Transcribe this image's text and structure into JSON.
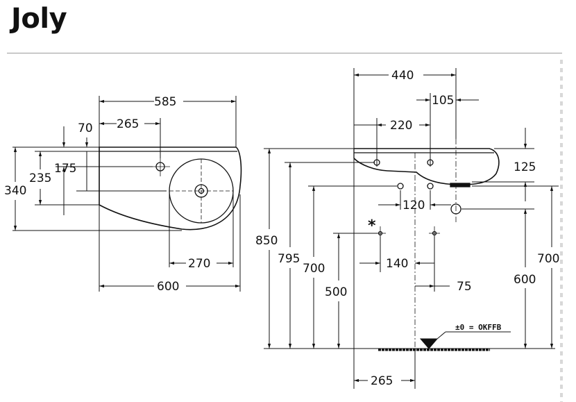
{
  "header": {
    "title": "Joly"
  },
  "plan_view": {
    "dimensions": {
      "overall_top": "585",
      "tap_offset": "265",
      "edge_offset": "70",
      "tap_depth": "175",
      "waste_depth": "235",
      "total_depth": "340",
      "waste_from_right": "270",
      "overall_bottom": "600"
    }
  },
  "side_view": {
    "dimensions": {
      "depth": "440",
      "offset_right": "105",
      "center": "220",
      "thickness": "125",
      "spacing_120": "120",
      "height_850": "850",
      "height_795": "795",
      "height_700_left": "700",
      "height_500": "500",
      "spacing_140": "140",
      "offset_75": "75",
      "height_600": "600",
      "height_700_right": "700",
      "bottom_265": "265"
    },
    "marker": "*",
    "floor_note": "±0 = OKFFB"
  }
}
